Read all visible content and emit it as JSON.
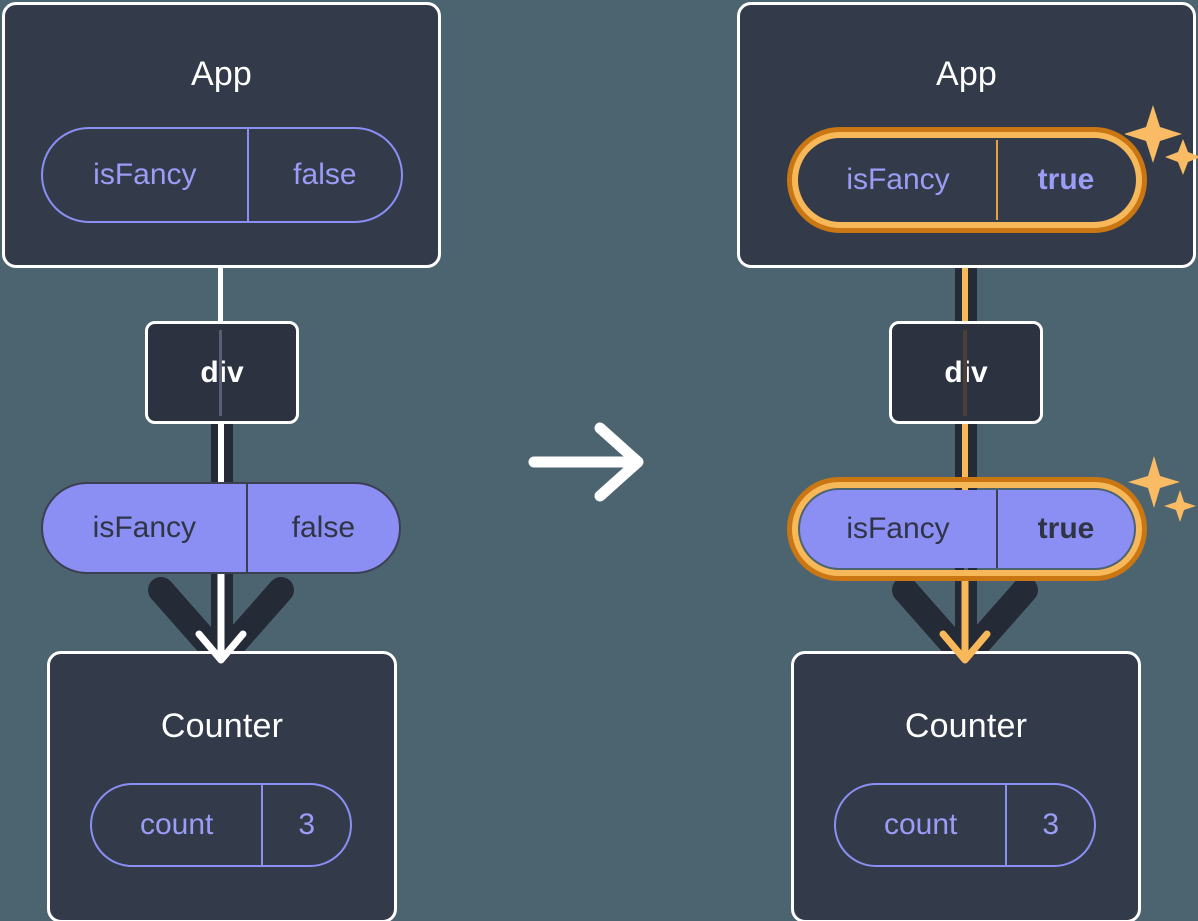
{
  "diagram": {
    "title": "React state update propagation diagram",
    "colors": {
      "background": "#4c6470",
      "box_fill": "#333b4a",
      "box_border": "#ffffff",
      "pill_purple": "#8b8ef2",
      "highlight_outer": "#c97613",
      "highlight_inner": "#f7b85a",
      "line_dark": "#242a36",
      "text_light": "#ffffff"
    },
    "transition_icon": "right-arrow-icon"
  },
  "before": {
    "app": {
      "title": "App",
      "state_pill": {
        "key": "isFancy",
        "value": "false",
        "highlighted": false
      }
    },
    "div": {
      "label": "div"
    },
    "props_pill": {
      "key": "isFancy",
      "value": "false",
      "highlighted": false
    },
    "counter": {
      "title": "Counter",
      "state_pill": {
        "key": "count",
        "value": "3",
        "highlighted": false
      }
    }
  },
  "after": {
    "app": {
      "title": "App",
      "state_pill": {
        "key": "isFancy",
        "value": "true",
        "highlighted": true
      },
      "sparkle_icon": "sparkles-icon"
    },
    "div": {
      "label": "div"
    },
    "props_pill": {
      "key": "isFancy",
      "value": "true",
      "highlighted": true
    },
    "sparkle_icon": "sparkles-icon",
    "counter": {
      "title": "Counter",
      "state_pill": {
        "key": "count",
        "value": "3",
        "highlighted": false
      }
    }
  }
}
